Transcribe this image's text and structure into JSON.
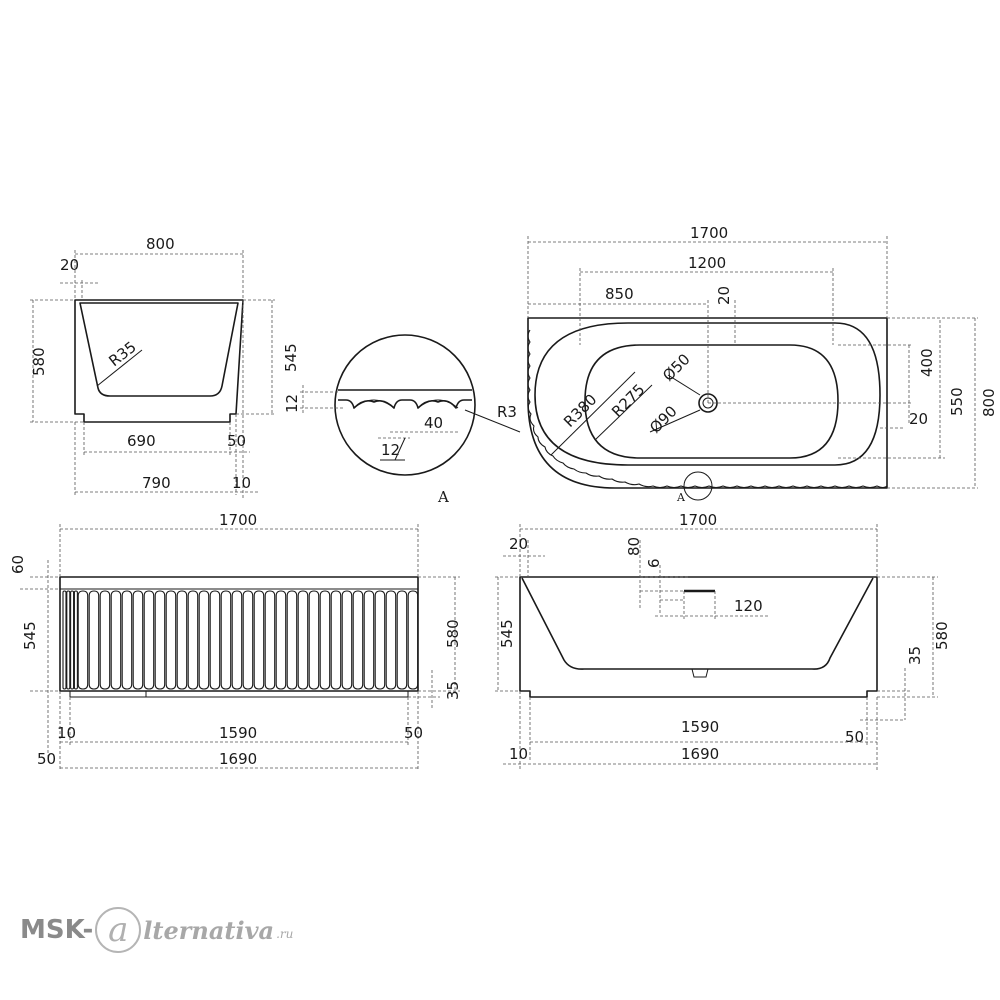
{
  "side_view": {
    "dims": {
      "width_top": "800",
      "lip_left": "20",
      "height_outer": "580",
      "height_inner": "545",
      "radius": "R35",
      "inner_width": "690",
      "foot": "50",
      "base_width": "790",
      "offset": "10"
    }
  },
  "detail_a": {
    "dims": {
      "depth": "12",
      "pitch": "40",
      "width": "12",
      "radius": "R3"
    },
    "label": "A"
  },
  "top_view": {
    "dims": {
      "length": "1700",
      "inner_length": "1200",
      "drain_offset": "850",
      "rim_gap": "20",
      "radius_outer": "R380",
      "radius_inner": "R275",
      "drain_small": "Ø50",
      "drain_large": "Ø90",
      "inner_width": "400",
      "mid_width": "550",
      "side_gap": "20",
      "total_width": "800"
    },
    "detail_marker": "A"
  },
  "front_view": {
    "dims": {
      "length": "1700",
      "rim": "60",
      "height_inner": "545",
      "height_outer": "580",
      "plinth": "35",
      "left_gap": "10",
      "inner_length": "1590",
      "right_gap": "50",
      "left_offset": "50",
      "base_length": "1690"
    }
  },
  "section_view": {
    "dims": {
      "length": "1700",
      "lip": "20",
      "overflow_height": "80",
      "overflow_gap": "6",
      "overflow_width": "120",
      "height_inner": "545",
      "height_outer": "580",
      "plinth": "35",
      "inner_length": "1590",
      "foot": "50",
      "left_gap": "10",
      "base_length": "1690"
    }
  },
  "watermark": {
    "left": "MSK-",
    "circle": "a",
    "right": "lternativa",
    "tld": ".ru"
  }
}
